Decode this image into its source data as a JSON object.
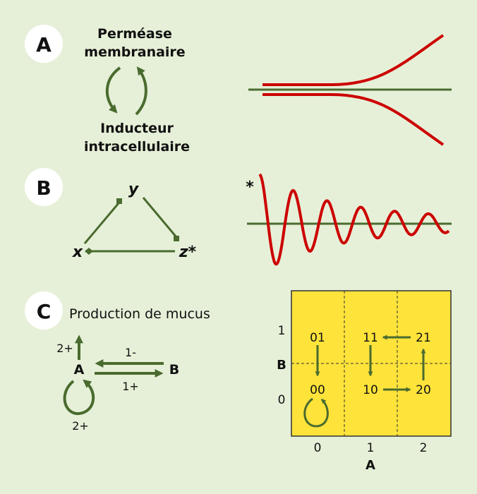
{
  "panels": {
    "A": {
      "letter": "A",
      "permease": [
        "Perméase",
        "membranaire"
      ],
      "inducteur": [
        "Inducteur",
        "intracellulaire"
      ]
    },
    "B": {
      "letter": "B",
      "node_x": "x",
      "node_y": "y",
      "node_z": "z*",
      "star": "*"
    },
    "C": {
      "letter": "C",
      "production": "Production de mucus",
      "node_A": "A",
      "node_B": "B",
      "label_up": "2+",
      "label_top_arrow": "1-",
      "label_bottom_arrow": "1+",
      "label_loop": "2+",
      "states": {
        "s01": "01",
        "s11": "11",
        "s21": "21",
        "s00": "00",
        "s10": "10",
        "s20": "20"
      },
      "axis_x_label": "A",
      "axis_y_label": "B",
      "x_ticks": [
        "0",
        "1",
        "2"
      ],
      "y_ticks": [
        "1",
        "0"
      ]
    }
  },
  "colors": {
    "background": "#e6f0d8",
    "arrow_green": "#4a6b2f",
    "curve_red": "#cc0000",
    "grid_yellow": "#fde33a"
  }
}
